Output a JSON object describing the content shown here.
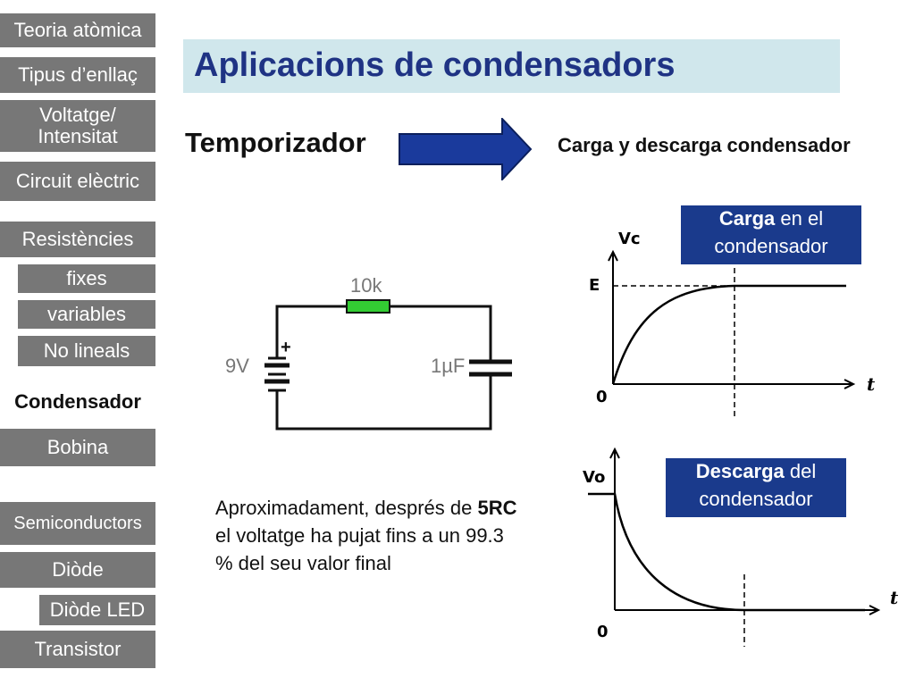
{
  "sidebar": {
    "items": [
      {
        "label": "Teoria atòmica"
      },
      {
        "label": "Tipus d’enllaç"
      },
      {
        "label": "Voltatge/\nIntensitat"
      },
      {
        "label": "Circuit elèctric"
      },
      {
        "label": "Resistències"
      },
      {
        "label": "fixes"
      },
      {
        "label": "variables"
      },
      {
        "label": "No lineals"
      },
      {
        "label": "Condensador"
      },
      {
        "label": "Bobina"
      },
      {
        "label": "Semiconductors"
      },
      {
        "label": "Diòde"
      },
      {
        "label": "Diòde LED"
      },
      {
        "label": "Transistor"
      }
    ],
    "active_index": 8
  },
  "header": {
    "title": "Aplicacions de condensadors"
  },
  "topic": {
    "label": "Temporizador",
    "arrow_text": "Carga y descarga condensador"
  },
  "circuit": {
    "resistor_label": "10k",
    "battery_label": "9V",
    "battery_plus": "+",
    "capacitor_label": "1µF"
  },
  "note": {
    "prefix": "Aproximadament, després de ",
    "bold": "5RC",
    "suffix": " el voltatge ha pujat fins a un 99.3 % del seu valor final"
  },
  "charge_graph": {
    "y_label": "Vc",
    "e_label": "E",
    "zero": "0",
    "x_label": "t",
    "box_bold": "Carga",
    "box_rest": " en el condensador"
  },
  "discharge_graph": {
    "y_label": "Vo",
    "zero": "0",
    "x_label": "t",
    "box_bold": "Descarga",
    "box_rest": " del condensador"
  },
  "colors": {
    "sidebar_gray": "#777777",
    "title_bg": "#d0e7ec",
    "title_text": "#1f3384",
    "arrow_blue": "#1a3a9c",
    "box_blue": "#1a3a8c",
    "resistor_green": "#33cc33"
  }
}
